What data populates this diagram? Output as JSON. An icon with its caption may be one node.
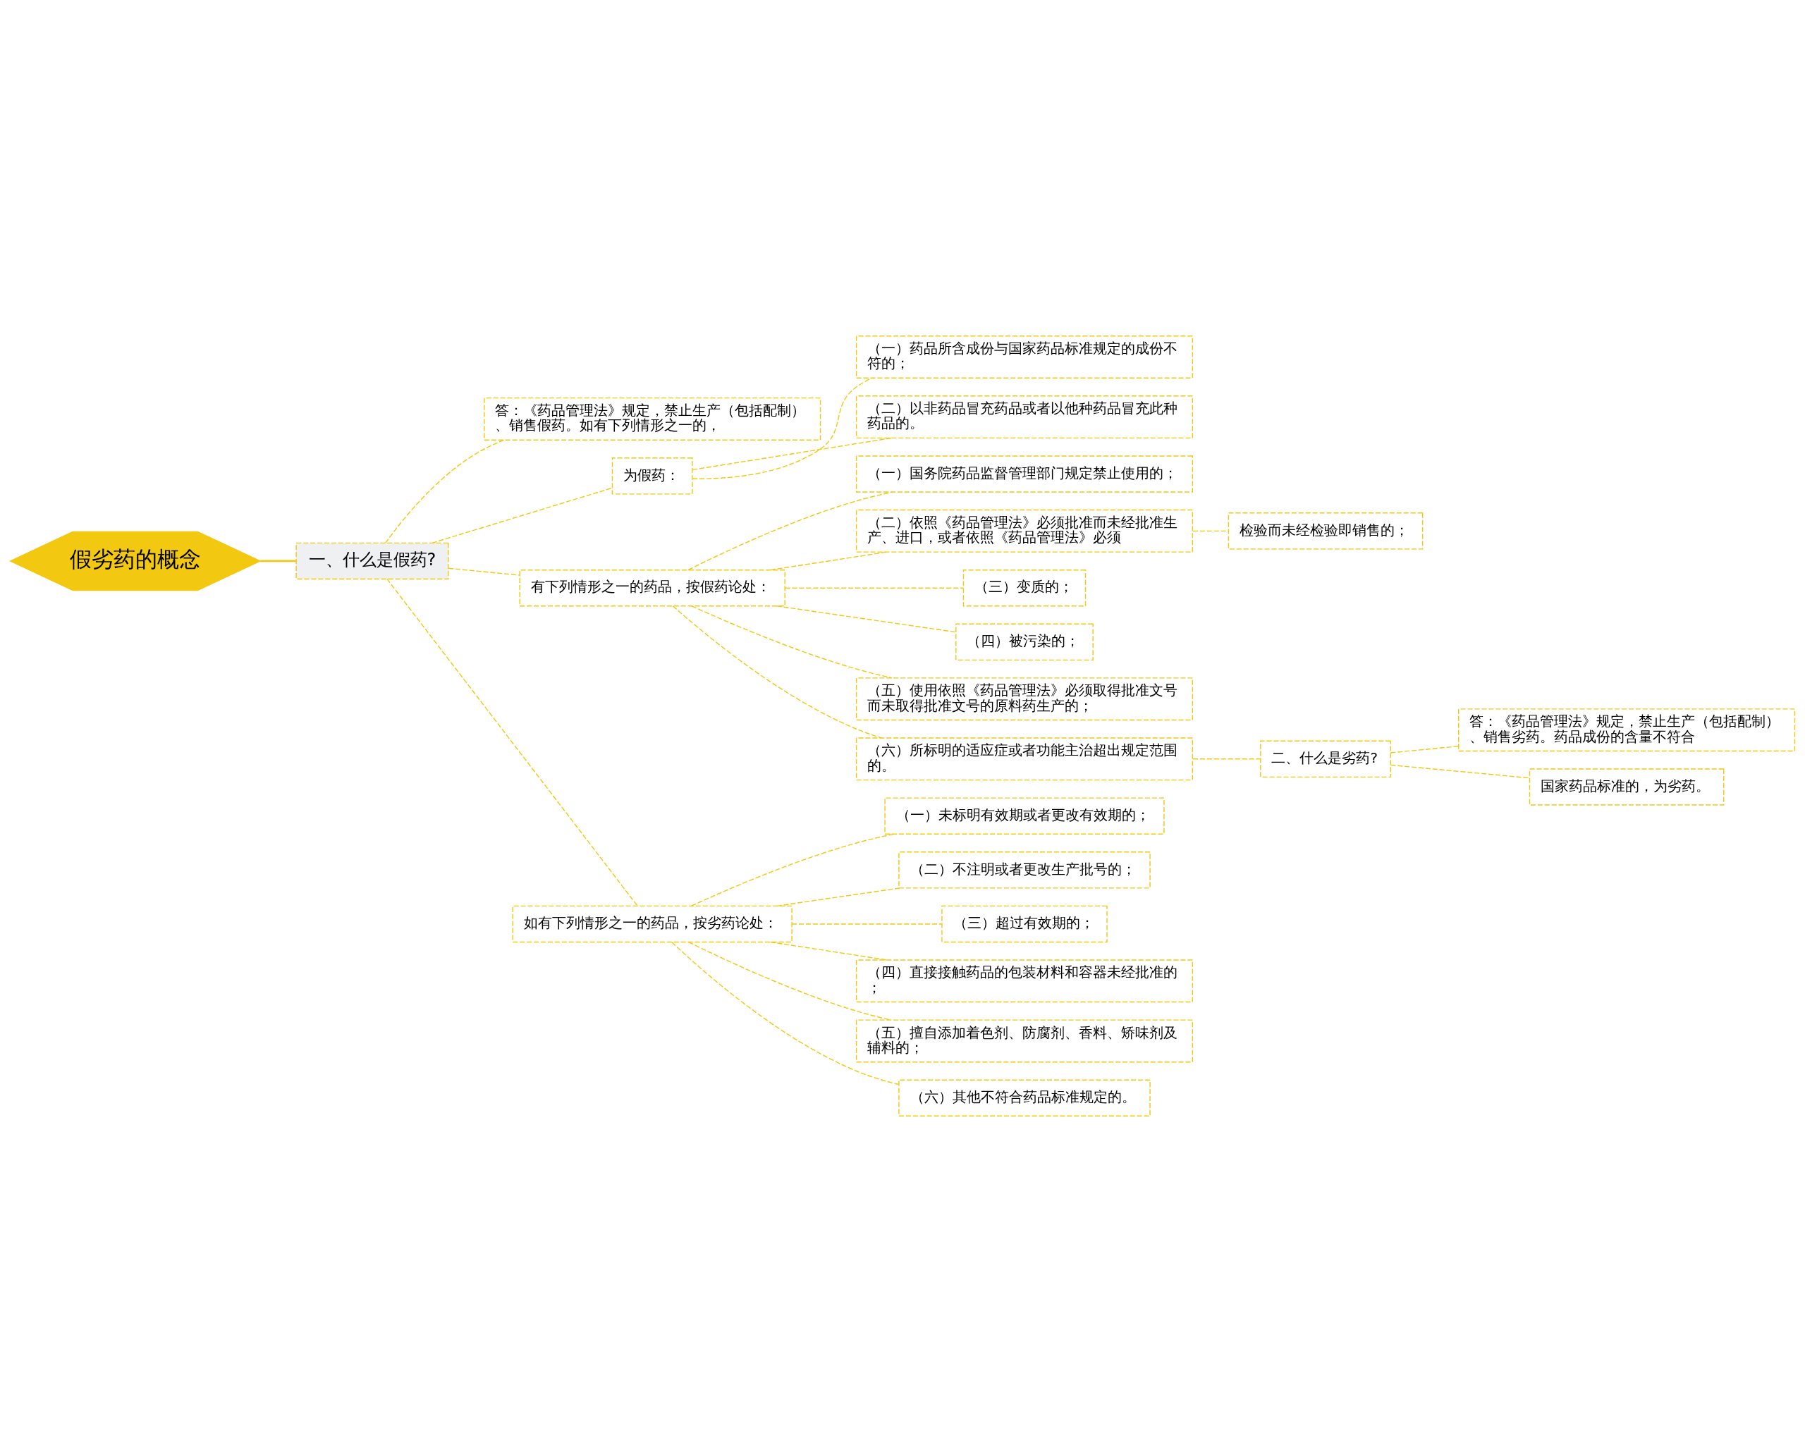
{
  "diagram": {
    "nodes": [
      {
        "text": [
          "假劣药的概念"
        ]
      },
      {
        "text": [
          "一、什么是假药?"
        ]
      },
      {
        "text": [
          "答：《药品管理法》规定，禁止生产（包括配制）、销售假药。如有下列情形之一的，"
        ]
      },
      {
        "text": [
          "为假药："
        ]
      },
      {
        "text": [
          "（一）药品所含成份与国家药品标准规定的成份不符的；"
        ]
      },
      {
        "text": [
          "（二）以非药品冒充药品或者以他种药品冒充此种药品的。"
        ]
      },
      {
        "text": [
          "有下列情形之一的药品，按假药论处："
        ]
      },
      {
        "text": [
          "（一）国务院药品监督管理部门规定禁止使用的；"
        ]
      },
      {
        "text": [
          "（二）依照《药品管理法》必须批准而未经批准生产、进口，或者依照《药品管理法》必须"
        ]
      },
      {
        "text": [
          "检验而未经检验即销售的；"
        ]
      },
      {
        "text": [
          "（三）变质的；"
        ]
      },
      {
        "text": [
          "（四）被污染的；"
        ]
      },
      {
        "text": [
          "（五）使用依照《药品管理法》必须取得批准文号而未取得批准文号的原料药生产的；"
        ]
      },
      {
        "text": [
          "（六）所标明的适应症或者功能主治超出规定范围的。"
        ]
      },
      {
        "text": [
          "二、什么是劣药?"
        ]
      },
      {
        "text": [
          "答：《药品管理法》规定，禁止生产（包括配制）、销售劣药。药品成份的含量不符合"
        ]
      },
      {
        "text": [
          "国家药品标准的，为劣药。"
        ]
      },
      {
        "text": [
          "如有下列情形之一的药品，按劣药论处："
        ]
      },
      {
        "text": [
          "（一）未标明有效期或者更改有效期的；"
        ]
      },
      {
        "text": [
          "（二）不注明或者更改生产批号的；"
        ]
      },
      {
        "text": [
          "（三）超过有效期的；"
        ]
      },
      {
        "text": [
          "（四）直接接触药品的包装材料和容器未经批准的；"
        ]
      },
      {
        "text": [
          "（五）擅自添加着色剂、防腐剂、香料、矫味剂及辅料的；"
        ]
      },
      {
        "text": [
          "（六）其他不符合药品标准规定的。"
        ]
      }
    ],
    "edges": [
      {
        "from": 0,
        "to": 1,
        "arrow": "none"
      },
      {
        "from": 1,
        "to": 2,
        "arrow": "none",
        "style": "dashed"
      },
      {
        "from": 1,
        "to": 3,
        "arrow": "none",
        "style": "dashed"
      },
      {
        "from": 1,
        "to": 6,
        "arrow": "none",
        "style": "dashed"
      },
      {
        "from": 1,
        "to": 17,
        "arrow": "none",
        "style": "dashed"
      },
      {
        "from": 3,
        "to": 4,
        "arrow": "none",
        "style": "dashed"
      },
      {
        "from": 3,
        "to": 5,
        "arrow": "none",
        "style": "dashed"
      },
      {
        "from": 6,
        "to": 7,
        "arrow": "none",
        "style": "dashed"
      },
      {
        "from": 6,
        "to": 8,
        "arrow": "none",
        "style": "dashed"
      },
      {
        "from": 6,
        "to": 10,
        "arrow": "none",
        "style": "dashed"
      },
      {
        "from": 6,
        "to": 11,
        "arrow": "none",
        "style": "dashed"
      },
      {
        "from": 6,
        "to": 12,
        "arrow": "none",
        "style": "dashed"
      },
      {
        "from": 6,
        "to": 13,
        "arrow": "none",
        "style": "dashed"
      },
      {
        "from": 8,
        "to": 9,
        "arrow": "none",
        "style": "dashed"
      },
      {
        "from": 13,
        "to": 14,
        "arrow": "none",
        "style": "dashed"
      },
      {
        "from": 14,
        "to": 15,
        "arrow": "none",
        "style": "dashed"
      },
      {
        "from": 14,
        "to": 16,
        "arrow": "none",
        "style": "dashed"
      },
      {
        "from": 17,
        "to": 18,
        "arrow": "none",
        "style": "dashed"
      },
      {
        "from": 17,
        "to": 19,
        "arrow": "none",
        "style": "dashed"
      },
      {
        "from": 17,
        "to": 20,
        "arrow": "none",
        "style": "dashed"
      },
      {
        "from": 17,
        "to": 21,
        "arrow": "none",
        "style": "dashed"
      },
      {
        "from": 17,
        "to": 22,
        "arrow": "none",
        "style": "dashed"
      },
      {
        "from": 17,
        "to": 23,
        "arrow": "none",
        "style": "dashed"
      }
    ]
  }
}
